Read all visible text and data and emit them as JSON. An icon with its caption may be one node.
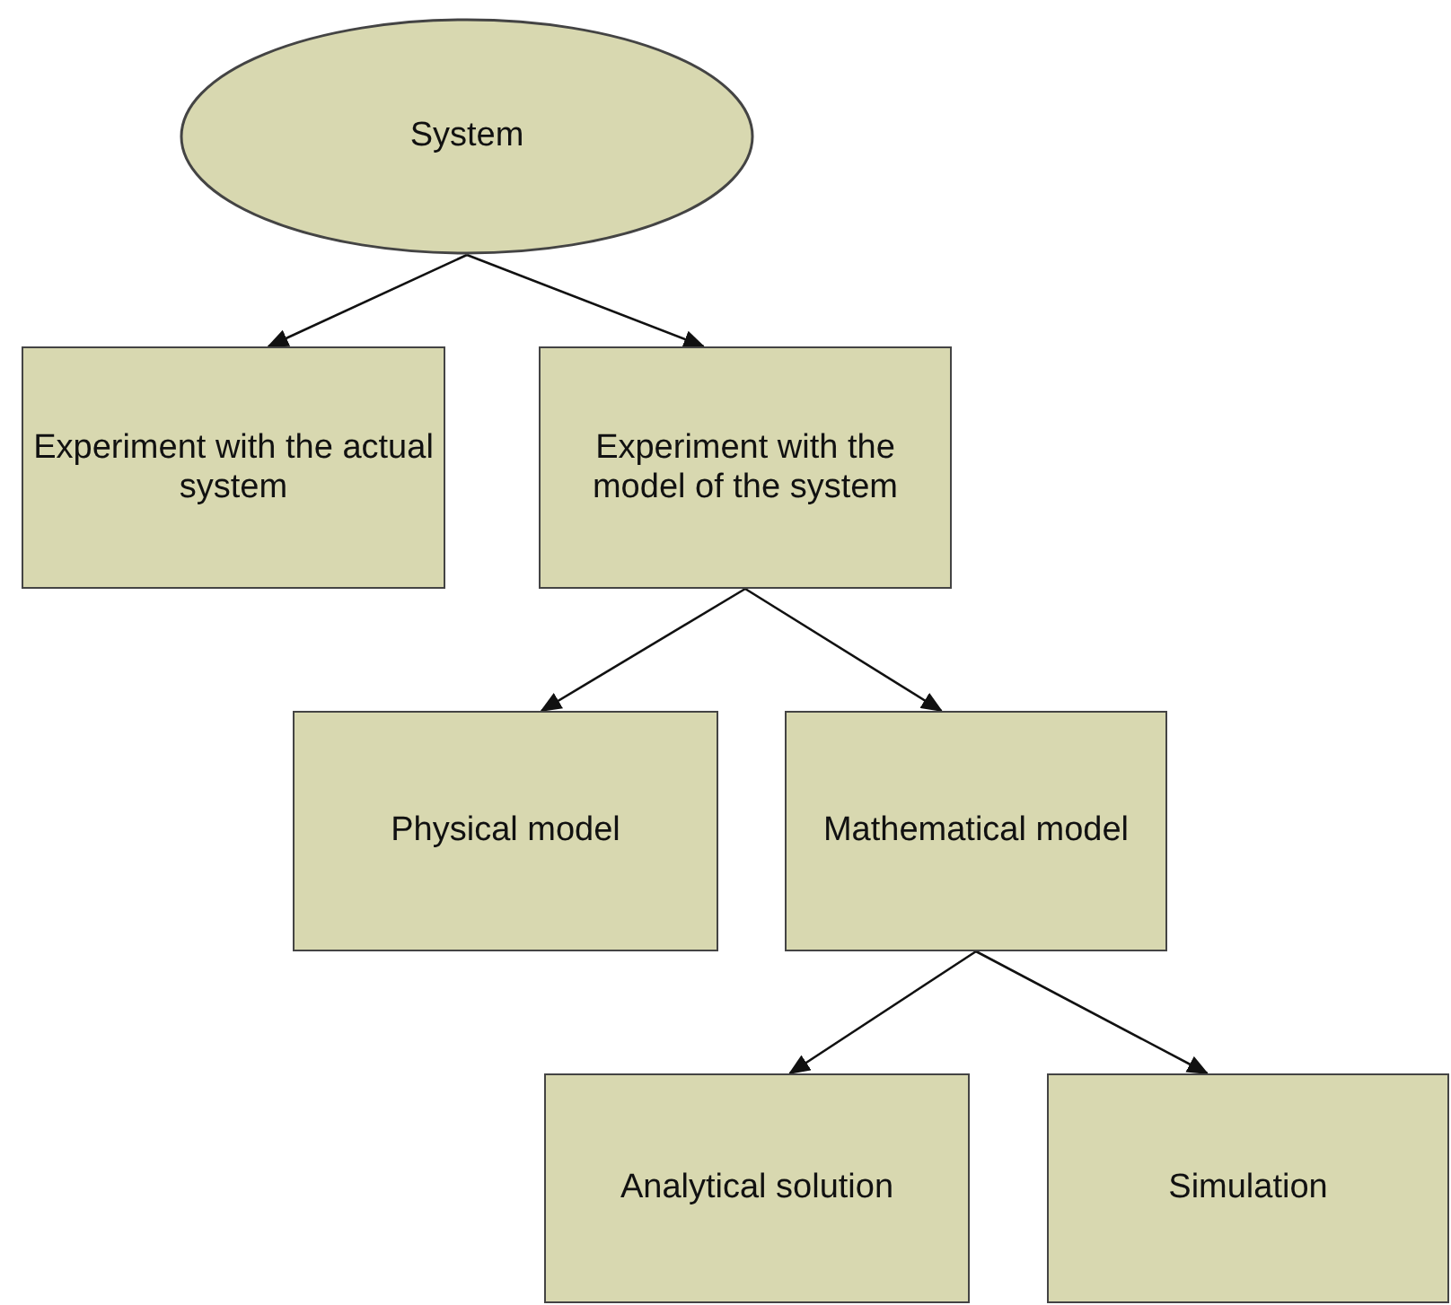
{
  "diagram": {
    "nodes": [
      {
        "text": [
          "System"
        ]
      },
      {
        "text": [
          "Experiment with the actual system"
        ]
      },
      {
        "text": [
          "Experiment with the model of the system"
        ]
      },
      {
        "text": [
          "Physical model"
        ]
      },
      {
        "text": [
          "Mathematical model"
        ]
      },
      {
        "text": [
          "Analytical solution"
        ]
      },
      {
        "text": [
          "Simulation"
        ]
      }
    ],
    "edges": [
      {
        "from": 0,
        "to": 1,
        "arrow": "to"
      },
      {
        "from": 0,
        "to": 2,
        "arrow": "to"
      },
      {
        "from": 2,
        "to": 3,
        "arrow": "to"
      },
      {
        "from": 2,
        "to": 4,
        "arrow": "to"
      },
      {
        "from": 4,
        "to": 5,
        "arrow": "to"
      },
      {
        "from": 4,
        "to": 6,
        "arrow": "to"
      }
    ]
  }
}
